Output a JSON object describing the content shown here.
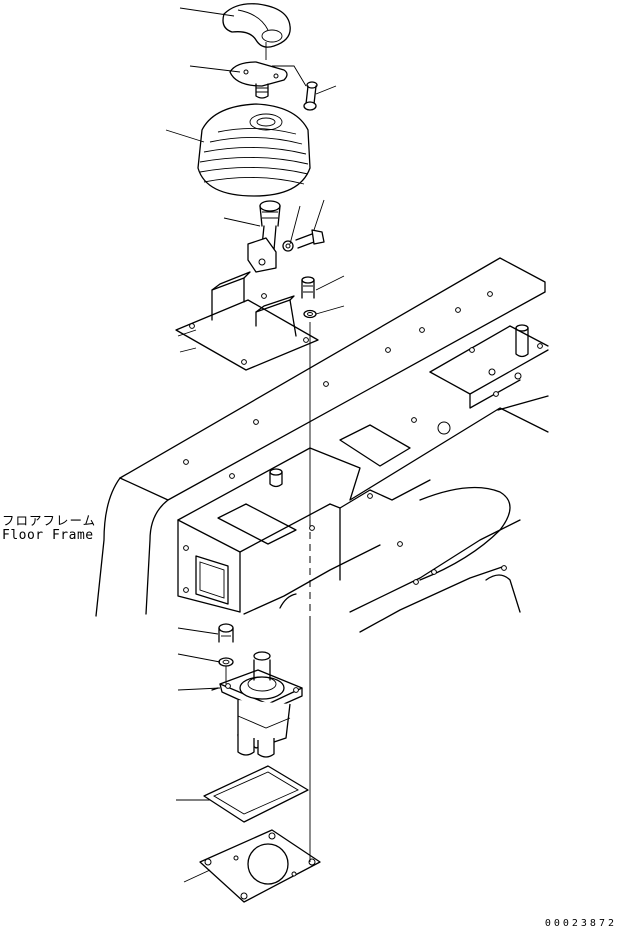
{
  "labels": {
    "part_name_jp": "フロアフレーム",
    "part_name_en": "Floor Frame"
  },
  "drawing_number": "00023872",
  "colors": {
    "ink": "#000000",
    "paper": "#ffffff"
  }
}
